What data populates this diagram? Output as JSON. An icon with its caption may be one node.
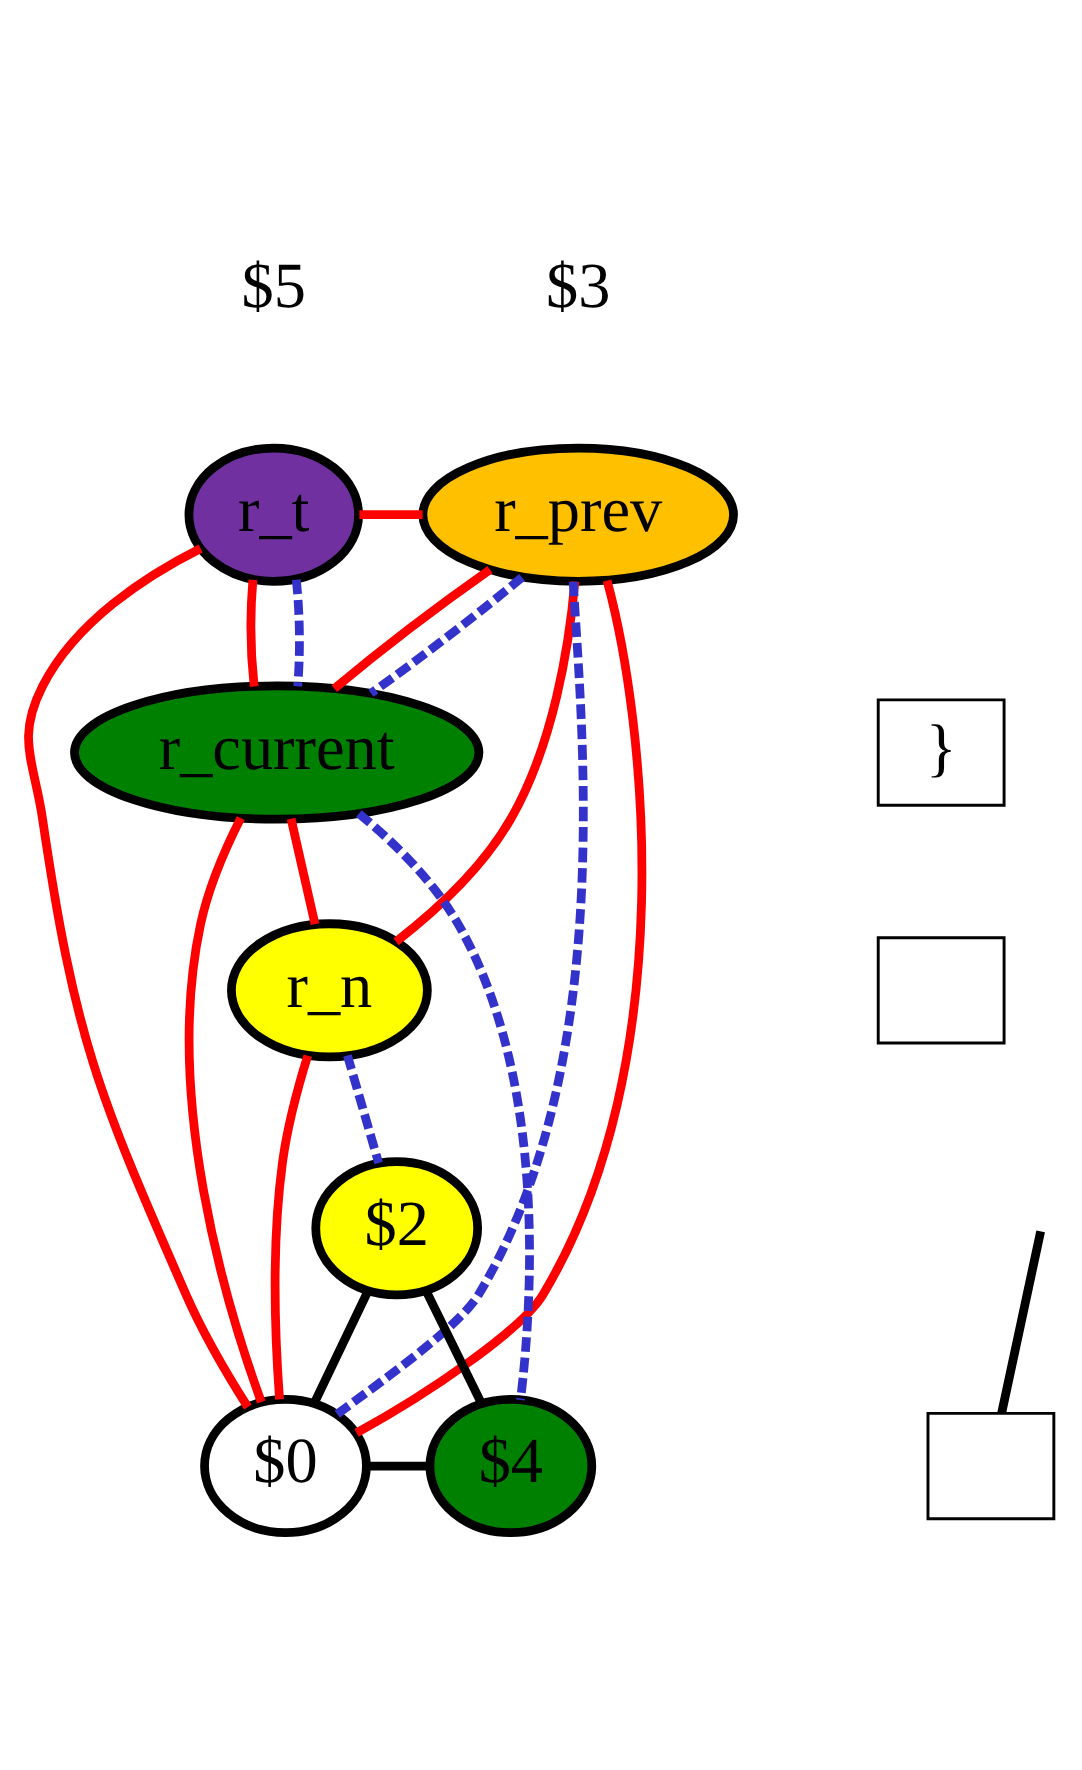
{
  "diagram": {
    "nodes": [
      {
        "text": [
          "r_t"
        ],
        "beside": [
          "$5"
        ]
      },
      {
        "text": [
          "r_prev"
        ],
        "beside": [
          "$3"
        ]
      },
      {
        "text": [
          "r_current"
        ]
      },
      {
        "text": [
          "r_n"
        ]
      },
      {
        "text": [
          "$2"
        ]
      },
      {
        "text": [
          "$0"
        ]
      },
      {
        "text": [
          "$4"
        ]
      },
      {
        "text": [
          "}"
        ]
      },
      {
        "text": [],
        "shape": "box"
      },
      {
        "text": [],
        "shape": "box"
      }
    ],
    "edges": [
      {
        "from": 0,
        "to": 1,
        "arrow": "none"
      },
      {
        "from": 0,
        "to": 5,
        "arrow": "none"
      },
      {
        "from": 0,
        "to": 2,
        "arrow": "none"
      },
      {
        "from": 0,
        "to": 2,
        "arrow": "none",
        "style": "dashed",
        "color": "#3333cc"
      },
      {
        "from": 1,
        "to": 5,
        "arrow": "none",
        "style": "dashed",
        "color": "#3333cc"
      },
      {
        "from": 1,
        "to": 5,
        "arrow": "none"
      },
      {
        "from": 1,
        "to": 2,
        "arrow": "none"
      },
      {
        "from": 1,
        "to": 2,
        "arrow": "none",
        "style": "dashed",
        "color": "#3333cc"
      },
      {
        "from": 1,
        "to": 3,
        "arrow": "none"
      },
      {
        "from": 2,
        "to": 5,
        "arrow": "none"
      },
      {
        "from": 2,
        "to": 3,
        "arrow": "none"
      },
      {
        "from": 2,
        "to": 6,
        "arrow": "none",
        "style": "dashed",
        "color": "#3333cc"
      },
      {
        "from": 3,
        "to": 5,
        "arrow": "none"
      },
      {
        "from": 3,
        "to": 4,
        "arrow": "none",
        "style": "dashed",
        "color": "#3333cc"
      },
      {
        "from": 4,
        "to": 5,
        "arrow": "none",
        "color": "#000000"
      },
      {
        "from": 4,
        "to": 6,
        "arrow": "none",
        "color": "#000000"
      },
      {
        "from": 5,
        "to": 6,
        "arrow": "none",
        "color": "#000000"
      },
      {
        "from": null,
        "to": 9,
        "arrow": "none",
        "color": "#000000"
      }
    ]
  }
}
